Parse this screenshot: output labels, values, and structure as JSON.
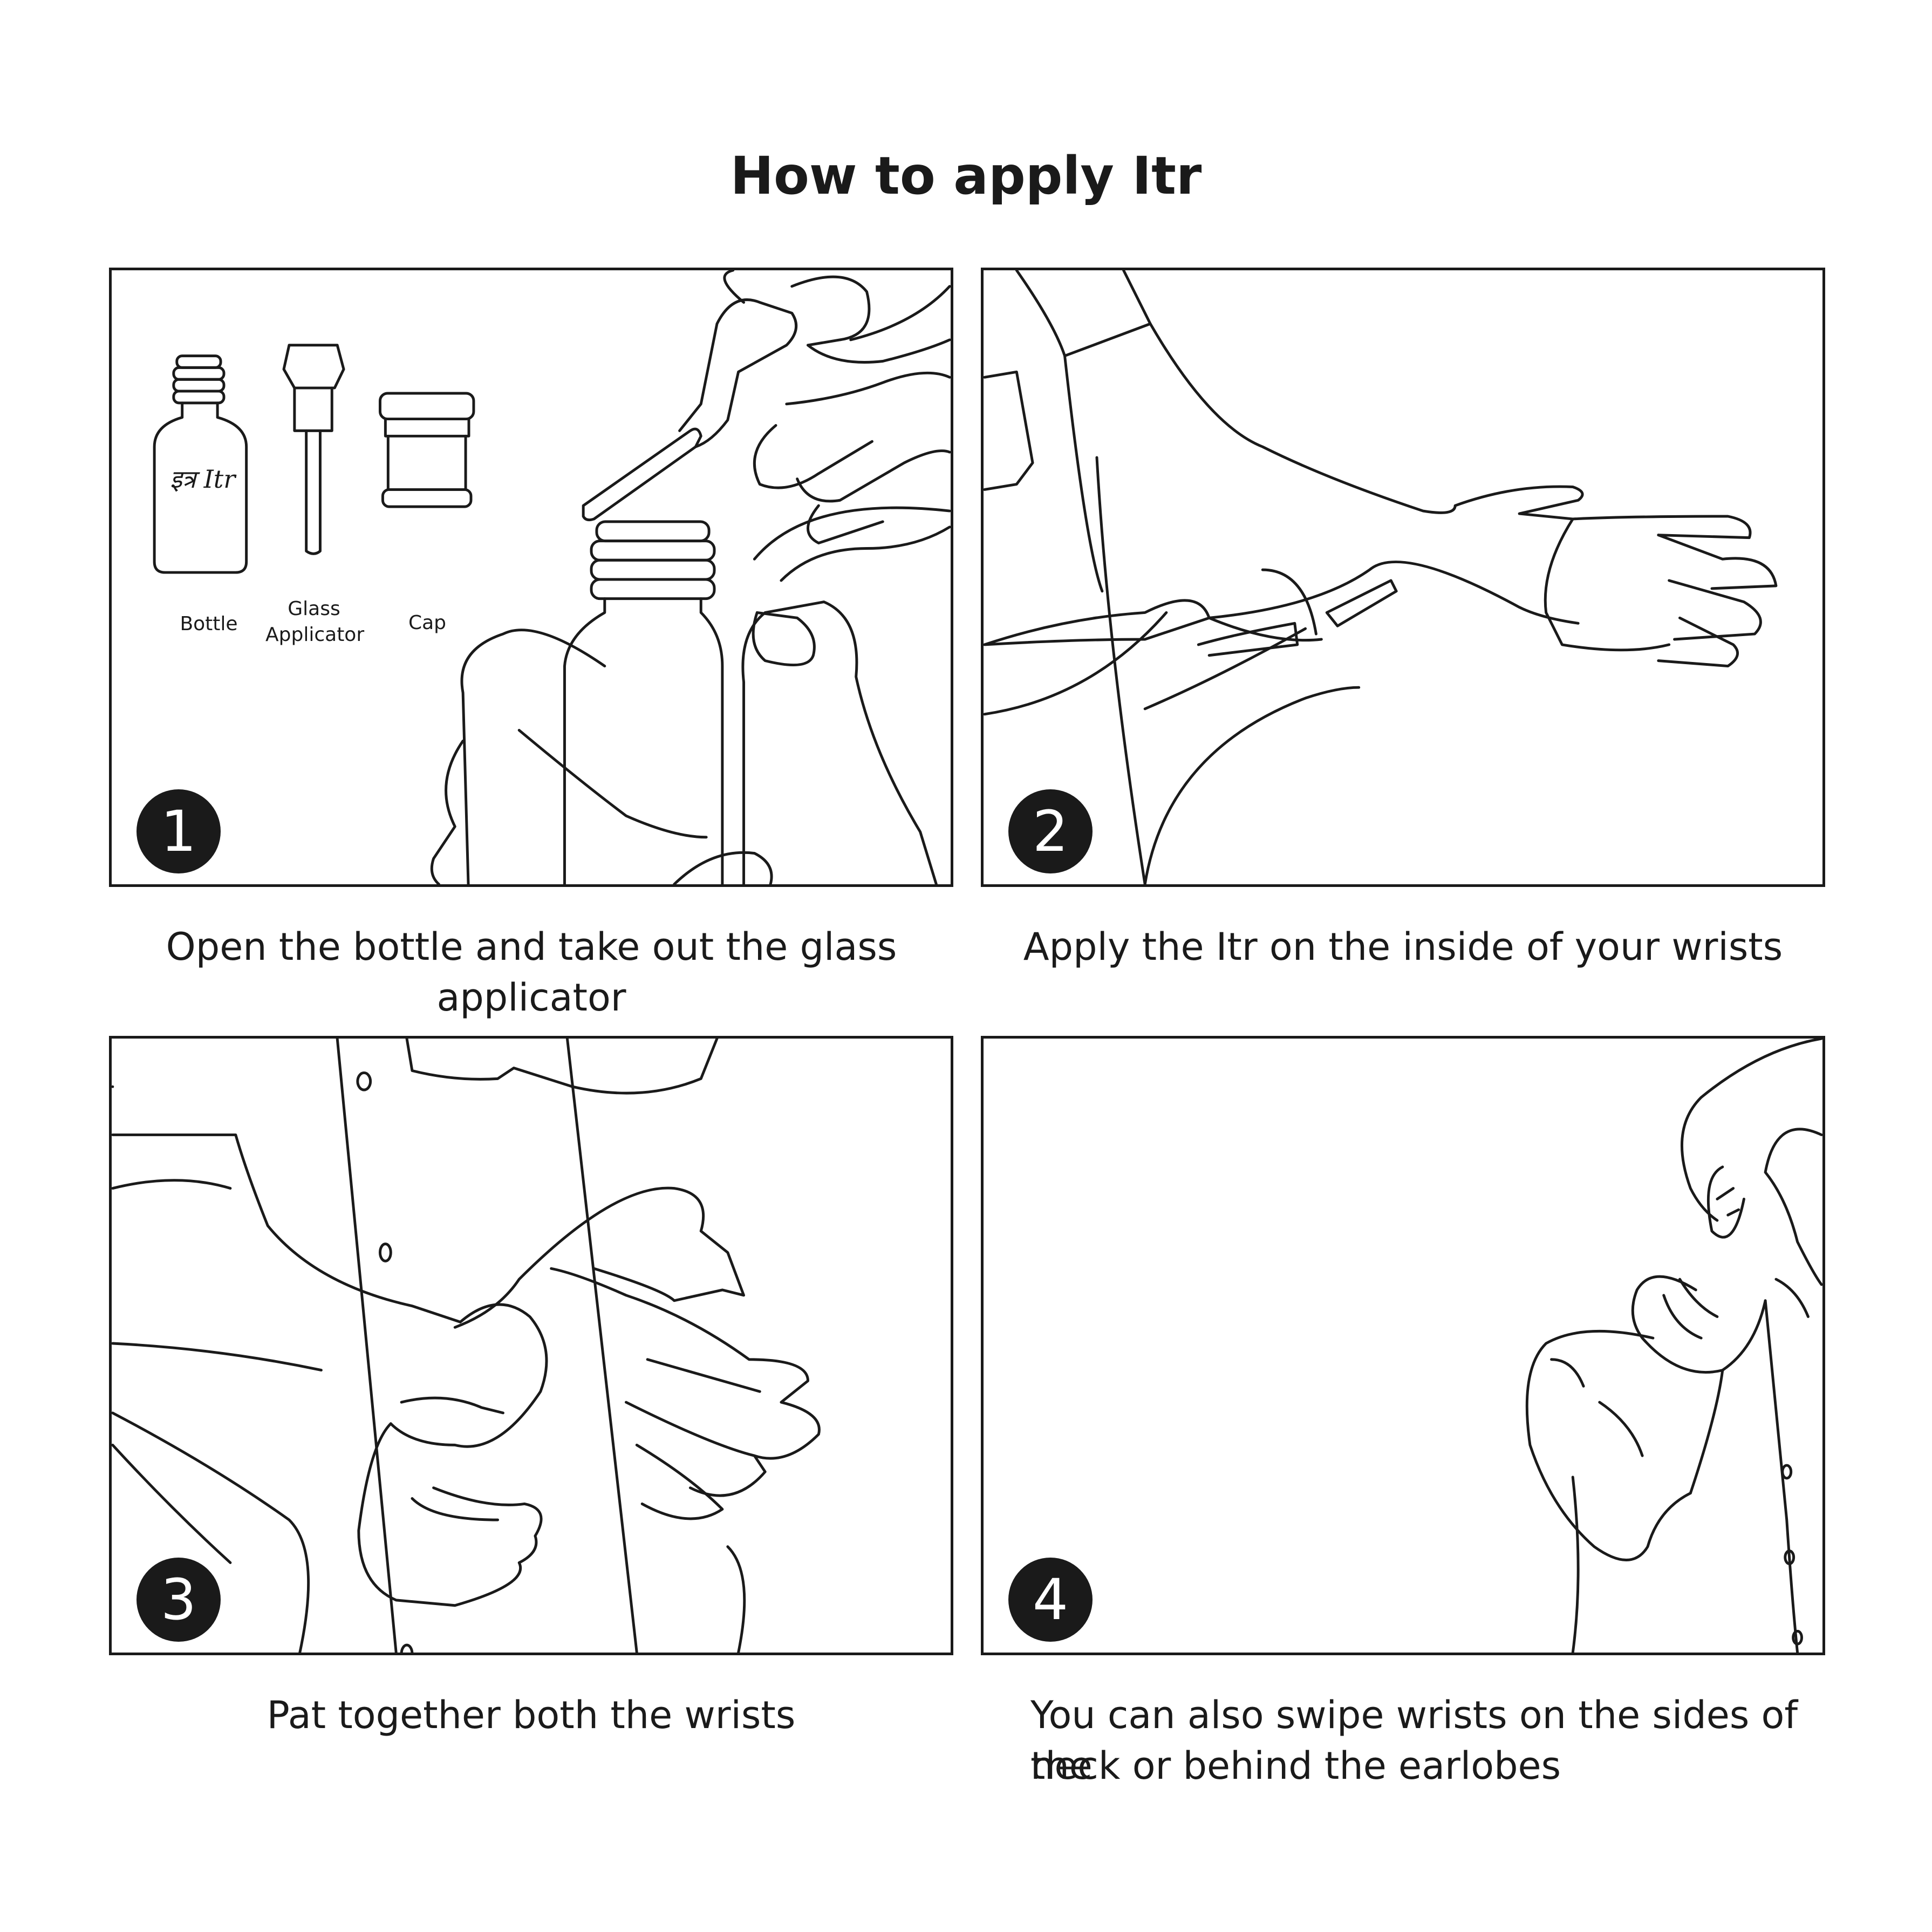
{
  "title": "How to apply Itr",
  "steps": [
    {
      "number": "1",
      "caption": "Open the bottle and take out the glass applicator"
    },
    {
      "number": "2",
      "caption": "Apply the Itr on the inside of your wrists"
    },
    {
      "number": "3",
      "caption": "Pat together both the wrists"
    },
    {
      "number": "4",
      "caption_line1": "You can also swipe wrists on the sides of the",
      "caption_line2": "neck or behind the earlobes"
    }
  ],
  "parts": {
    "bottle": "Bottle",
    "applicator_line1": "Glass",
    "applicator_line2": "Applicator",
    "cap": "Cap",
    "logo": "इत्र Itr"
  },
  "colors": {
    "ink": "#1a1a1a",
    "background": "#ffffff"
  }
}
